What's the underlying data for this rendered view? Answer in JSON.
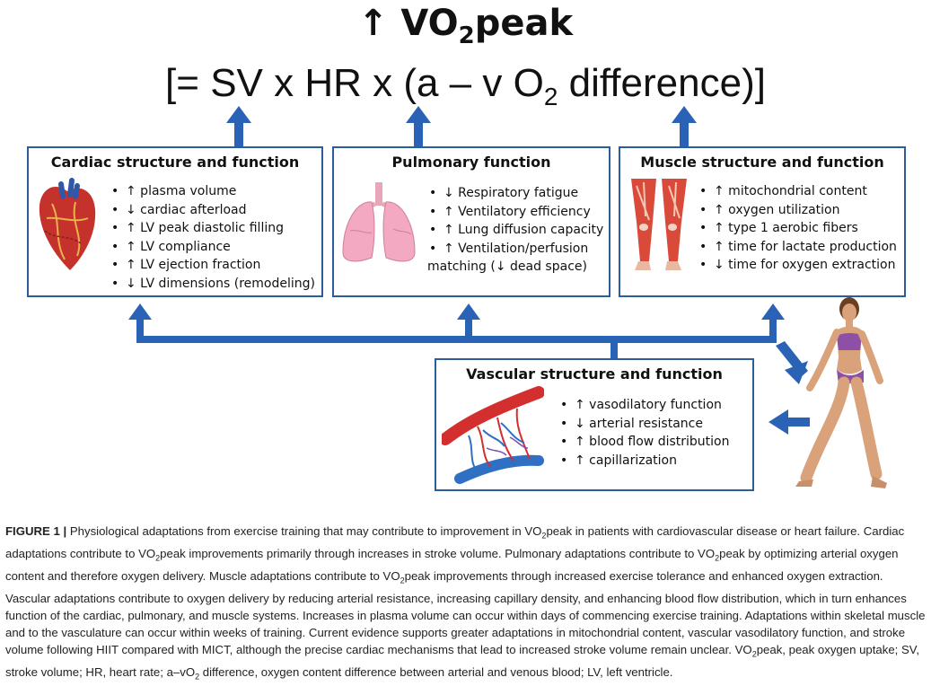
{
  "figure": {
    "title": {
      "arrow": "↑",
      "main": "VO",
      "sub": "2",
      "tail": "peak"
    },
    "formula": {
      "lead": "[= SV x HR x (a – v O",
      "sub": "2",
      "tail": " difference)]"
    },
    "boxes": {
      "cardiac": {
        "title": "Cardiac structure and function",
        "items": [
          "↑ plasma volume",
          "↓ cardiac afterload",
          "↑ LV peak diastolic filling",
          "↑ LV compliance",
          "↑ LV ejection fraction",
          "↓ LV dimensions (remodeling)"
        ]
      },
      "pulmonary": {
        "title": "Pulmonary function",
        "items": [
          "↓ Respiratory fatigue",
          "↑ Ventilatory efficiency",
          "↑ Lung diffusion capacity",
          "↑ Ventilation/perfusion"
        ],
        "continuation": "matching (↓ dead space)"
      },
      "muscle": {
        "title": "Muscle structure and function",
        "items": [
          "↑ mitochondrial content",
          "↑ oxygen utilization",
          "↑ type 1 aerobic fibers",
          "↑ time for lactate production",
          "↓ time for oxygen extraction"
        ]
      },
      "vascular": {
        "title": "Vascular structure and function",
        "items": [
          "↑ vasodilatory function",
          "↓ arterial resistance",
          "↑ blood flow distribution",
          "↑ capillarization"
        ]
      }
    },
    "colors": {
      "arrow": "#2a63b6",
      "box_border": "#2d5c9c"
    }
  },
  "caption": {
    "label": "FIGURE 1 |",
    "segments": [
      " Physiological adaptations from exercise training that may contribute to improvement in VO",
      "2",
      "peak in patients with cardiovascular disease or heart failure. Cardiac adaptations contribute to VO",
      "2",
      "peak improvements primarily through increases in stroke volume. Pulmonary adaptations contribute to VO",
      "2",
      "peak by optimizing arterial oxygen content and therefore oxygen delivery. Muscle adaptations contribute to VO",
      "2",
      "peak improvements through increased exercise tolerance and enhanced oxygen extraction. Vascular adaptations contribute to oxygen delivery by reducing arterial resistance, increasing capillary density, and enhancing blood flow distribution, which in turn enhances function of the cardiac, pulmonary, and muscle systems. Increases in plasma volume can occur within days of commencing exercise training. Adaptations within skeletal muscle and to the vasculature can occur within weeks of training. Current evidence supports greater adaptations in mitochondrial content, vascular vasodilatory function, and stroke volume following HIIT compared with MICT, although the precise cardiac mechanisms that lead to increased stroke volume remain unclear. VO",
      "2",
      "peak, peak oxygen uptake; SV, stroke volume; HR, heart rate; a–vO",
      "2",
      " difference, oxygen content difference between arterial and venous blood; LV, left ventricle."
    ]
  }
}
